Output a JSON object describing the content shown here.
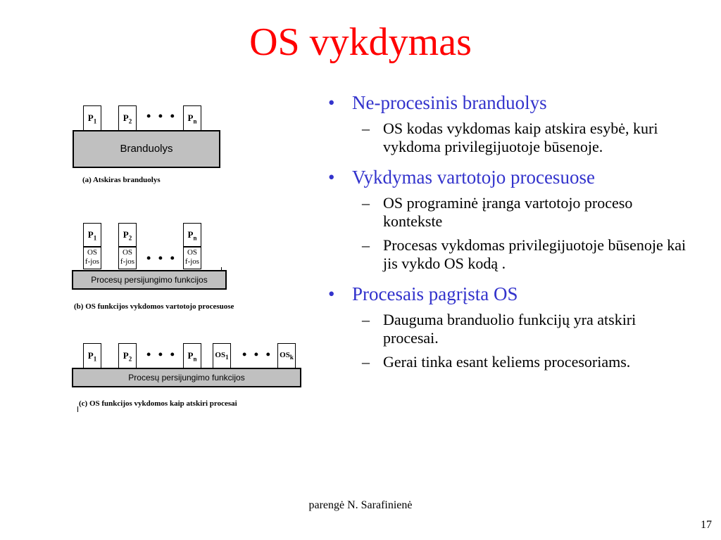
{
  "slide": {
    "title": "OS vykdymas",
    "footer": "parengė N. Sarafinienė",
    "page_number": "17"
  },
  "diagram": {
    "p1": "P",
    "p1_sub": "1",
    "p2": "P",
    "p2_sub": "2",
    "pn": "P",
    "pn_sub": "n",
    "dots": "• • •",
    "a": {
      "kernel_label": "Branduolys",
      "caption": "(a) Atskiras branduolys"
    },
    "b": {
      "os_label": "OS",
      "os_label2": "f-jos",
      "bar_label": "Procesų persijungimo funkcijos",
      "caption": "(b) OS funkcijos vykdomos vartotojo procesuose"
    },
    "c": {
      "os1": "OS",
      "os1_sub": "1",
      "osk": "OS",
      "osk_sub": "k",
      "bar_label": "Procesų persijungimo funkcijos",
      "caption": "(c) OS funkcijos vykdomos kaip atskiri procesai"
    }
  },
  "bullets": [
    {
      "text": "Ne-procesinis branduolys",
      "sub": [
        "OS kodas vykdomas kaip atskira esybė, kuri vykdoma privilegijuotoje būsenoje."
      ]
    },
    {
      "text": "Vykdymas vartotojo procesuose",
      "sub": [
        "OS programinė įranga vartotojo proceso kontekste",
        "Procesas vykdomas privilegijuotoje būsenoje kai jis vykdo OS kodą ."
      ]
    },
    {
      "text": "Procesais pagrįsta OS",
      "sub": [
        "Dauguma branduolio funkcijų yra atskiri procesai.",
        "Gerai tinka esant keliems procesoriams."
      ]
    }
  ],
  "bullet_mark": "•",
  "sub_mark": "–"
}
